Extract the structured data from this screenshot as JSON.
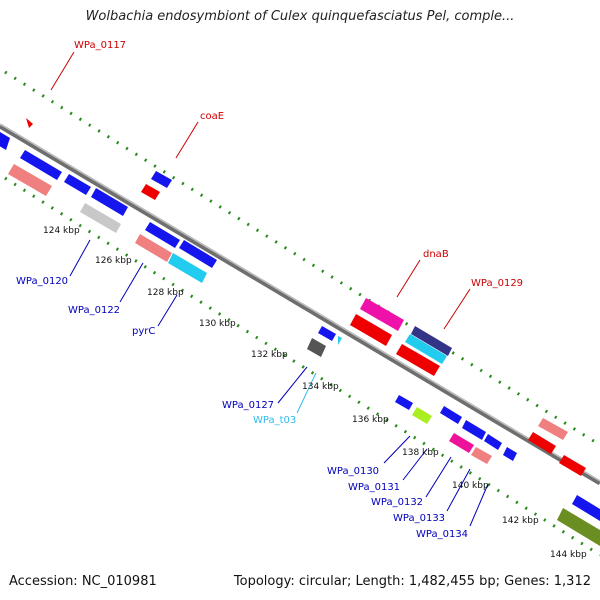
{
  "title": "Wolbachia endosymbiont of Culex quinquefasciatus Pel, comple...",
  "footer": {
    "accession": "Accession: NC_010981",
    "summary": "Topology: circular; Length: 1,482,455 bp; Genes: 1,312"
  },
  "colors": {
    "backbone": "#8c8c8c",
    "tick": "#2a8a1e",
    "label_red": "#cc0000",
    "label_blue": "#0000bb",
    "label_cyan": "#33bbee"
  },
  "ruler": [
    {
      "label": "124 kbp"
    },
    {
      "label": "126 kbp"
    },
    {
      "label": "128 kbp"
    },
    {
      "label": "130 kbp"
    },
    {
      "label": "132 kbp"
    },
    {
      "label": "134 kbp"
    },
    {
      "label": "136 kbp"
    },
    {
      "label": "138 kbp"
    },
    {
      "label": "140 kbp"
    },
    {
      "label": "142 kbp"
    },
    {
      "label": "144 kbp"
    }
  ],
  "gene_labels": [
    {
      "name": "WPa_0117"
    },
    {
      "name": "coaE"
    },
    {
      "name": "WPa_0120"
    },
    {
      "name": "WPa_0122"
    },
    {
      "name": "pyrC"
    },
    {
      "name": "dnaB"
    },
    {
      "name": "WPa_0129"
    },
    {
      "name": "WPa_0127"
    },
    {
      "name": "WPa_t03"
    },
    {
      "name": "WPa_0130"
    },
    {
      "name": "WPa_0131"
    },
    {
      "name": "WPa_0132"
    },
    {
      "name": "WPa_0133"
    },
    {
      "name": "WPa_0134"
    }
  ]
}
